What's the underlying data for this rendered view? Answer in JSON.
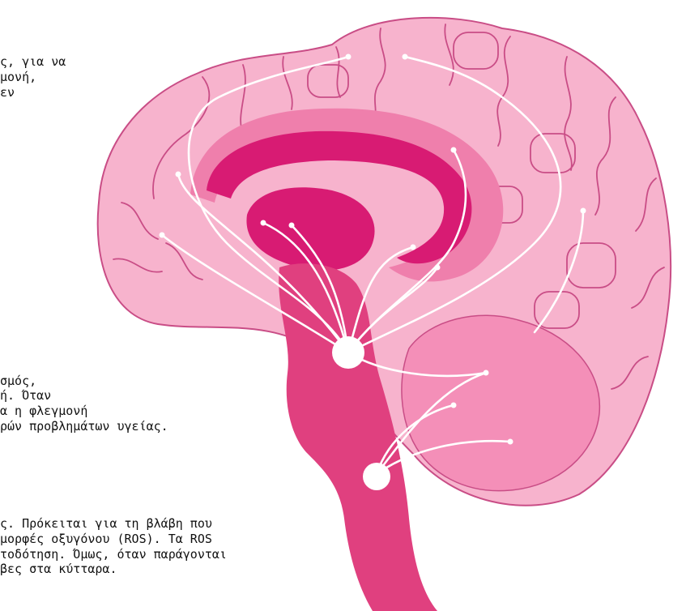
{
  "paragraphs": [
    {
      "lines": [
        "ς, για να",
        "μονή,",
        "εν"
      ]
    },
    {
      "lines": [
        "σμός,",
        "ή. Όταν",
        "α η φλεγμονή",
        "ρών προβλημάτων υγείας."
      ]
    },
    {
      "lines": [
        "ς. Πρόκειται για τη βλάβη που",
        "μορφές οξυγόνου (ROS). Τα ROS",
        "τοδότηση. Όμως, όταν παράγονται",
        "βες στα κύτταρα."
      ]
    }
  ],
  "colors": {
    "brain_outer": "#f7b3cd",
    "brain_outline": "#c94d86",
    "brain_mid": "#ef7fac",
    "brain_deep": "#d81b73",
    "stem": "#e0407f",
    "pathway": "#ffffff"
  }
}
